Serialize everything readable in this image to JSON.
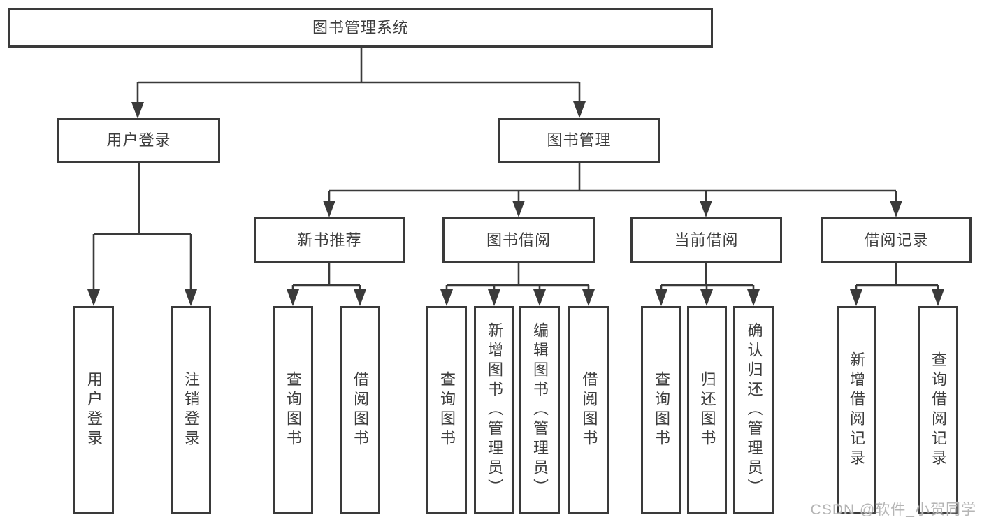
{
  "title": "图书管理系统",
  "colors": {
    "line": "#3a3a3a",
    "text": "#3d3d3d",
    "box_background": "#ffffff",
    "page_background": "#ffffff",
    "watermark": "#b5b5b5"
  },
  "watermark": {
    "text": "CSDN @软件_小贺同学"
  },
  "nodes": {
    "root": {
      "label": "图书管理系统"
    },
    "level2": [
      {
        "label": "用户登录"
      },
      {
        "label": "图书管理"
      }
    ],
    "level3": [
      {
        "label": "新书推荐",
        "parent": "图书管理"
      },
      {
        "label": "图书借阅",
        "parent": "图书管理"
      },
      {
        "label": "当前借阅",
        "parent": "图书管理"
      },
      {
        "label": "借阅记录",
        "parent": "图书管理"
      }
    ],
    "leaves": [
      {
        "label": "用户登录",
        "parent": "用户登录"
      },
      {
        "label": "注销登录",
        "parent": "用户登录"
      },
      {
        "label": "查询图书",
        "parent": "新书推荐"
      },
      {
        "label": "借阅图书",
        "parent": "新书推荐"
      },
      {
        "label": "查询图书",
        "parent": "图书借阅"
      },
      {
        "label": "新增图书（管理员）",
        "parent": "图书借阅"
      },
      {
        "label": "编辑图书（管理员）",
        "parent": "图书借阅"
      },
      {
        "label": "借阅图书",
        "parent": "图书借阅"
      },
      {
        "label": "查询图书",
        "parent": "当前借阅"
      },
      {
        "label": "归还图书",
        "parent": "当前借阅"
      },
      {
        "label": "确认归还（管理员）",
        "parent": "当前借阅"
      },
      {
        "label": "新增借阅记录",
        "parent": "借阅记录"
      },
      {
        "label": "查询借阅记录",
        "parent": "借阅记录"
      }
    ]
  }
}
